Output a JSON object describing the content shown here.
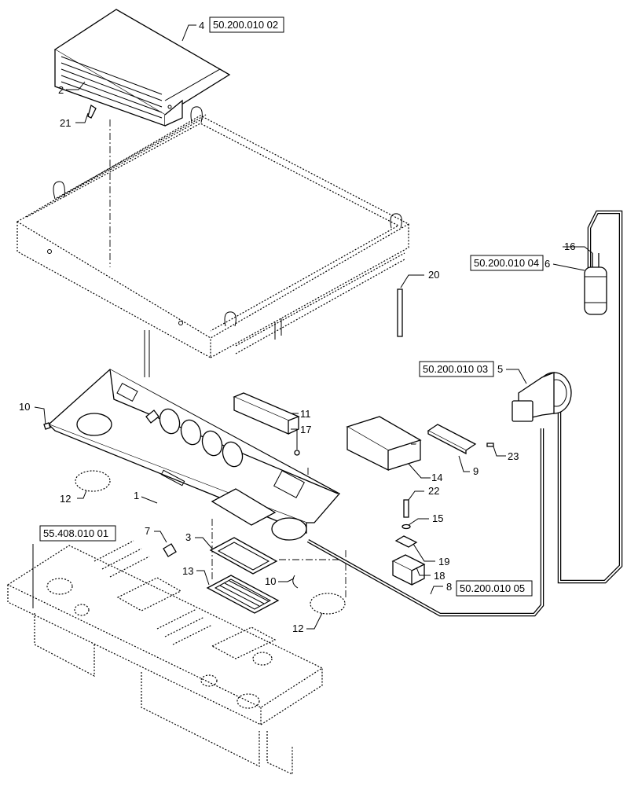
{
  "callouts": [
    {
      "id": "c4",
      "text": "4"
    },
    {
      "id": "c2",
      "text": "2"
    },
    {
      "id": "c21",
      "text": "21"
    },
    {
      "id": "c20",
      "text": "20"
    },
    {
      "id": "c16",
      "text": "16"
    },
    {
      "id": "c6",
      "text": "6"
    },
    {
      "id": "c5",
      "text": "5"
    },
    {
      "id": "c10a",
      "text": "10"
    },
    {
      "id": "c11",
      "text": "11"
    },
    {
      "id": "c17",
      "text": "17"
    },
    {
      "id": "c14",
      "text": "14"
    },
    {
      "id": "c9",
      "text": "9"
    },
    {
      "id": "c23",
      "text": "23"
    },
    {
      "id": "c12a",
      "text": "12"
    },
    {
      "id": "c1",
      "text": "1"
    },
    {
      "id": "c22",
      "text": "22"
    },
    {
      "id": "c15",
      "text": "15"
    },
    {
      "id": "c7",
      "text": "7"
    },
    {
      "id": "c3",
      "text": "3"
    },
    {
      "id": "c19",
      "text": "19"
    },
    {
      "id": "c18",
      "text": "18"
    },
    {
      "id": "c13",
      "text": "13"
    },
    {
      "id": "c10b",
      "text": "10"
    },
    {
      "id": "c8",
      "text": "8"
    },
    {
      "id": "c12b",
      "text": "12"
    }
  ],
  "references": [
    {
      "id": "r1",
      "text": "50.200.010 02"
    },
    {
      "id": "r2",
      "text": "50.200.010 04"
    },
    {
      "id": "r3",
      "text": "50.200.010 03"
    },
    {
      "id": "r4",
      "text": "55.408.010 01"
    },
    {
      "id": "r5",
      "text": "50.200.010 05"
    }
  ]
}
